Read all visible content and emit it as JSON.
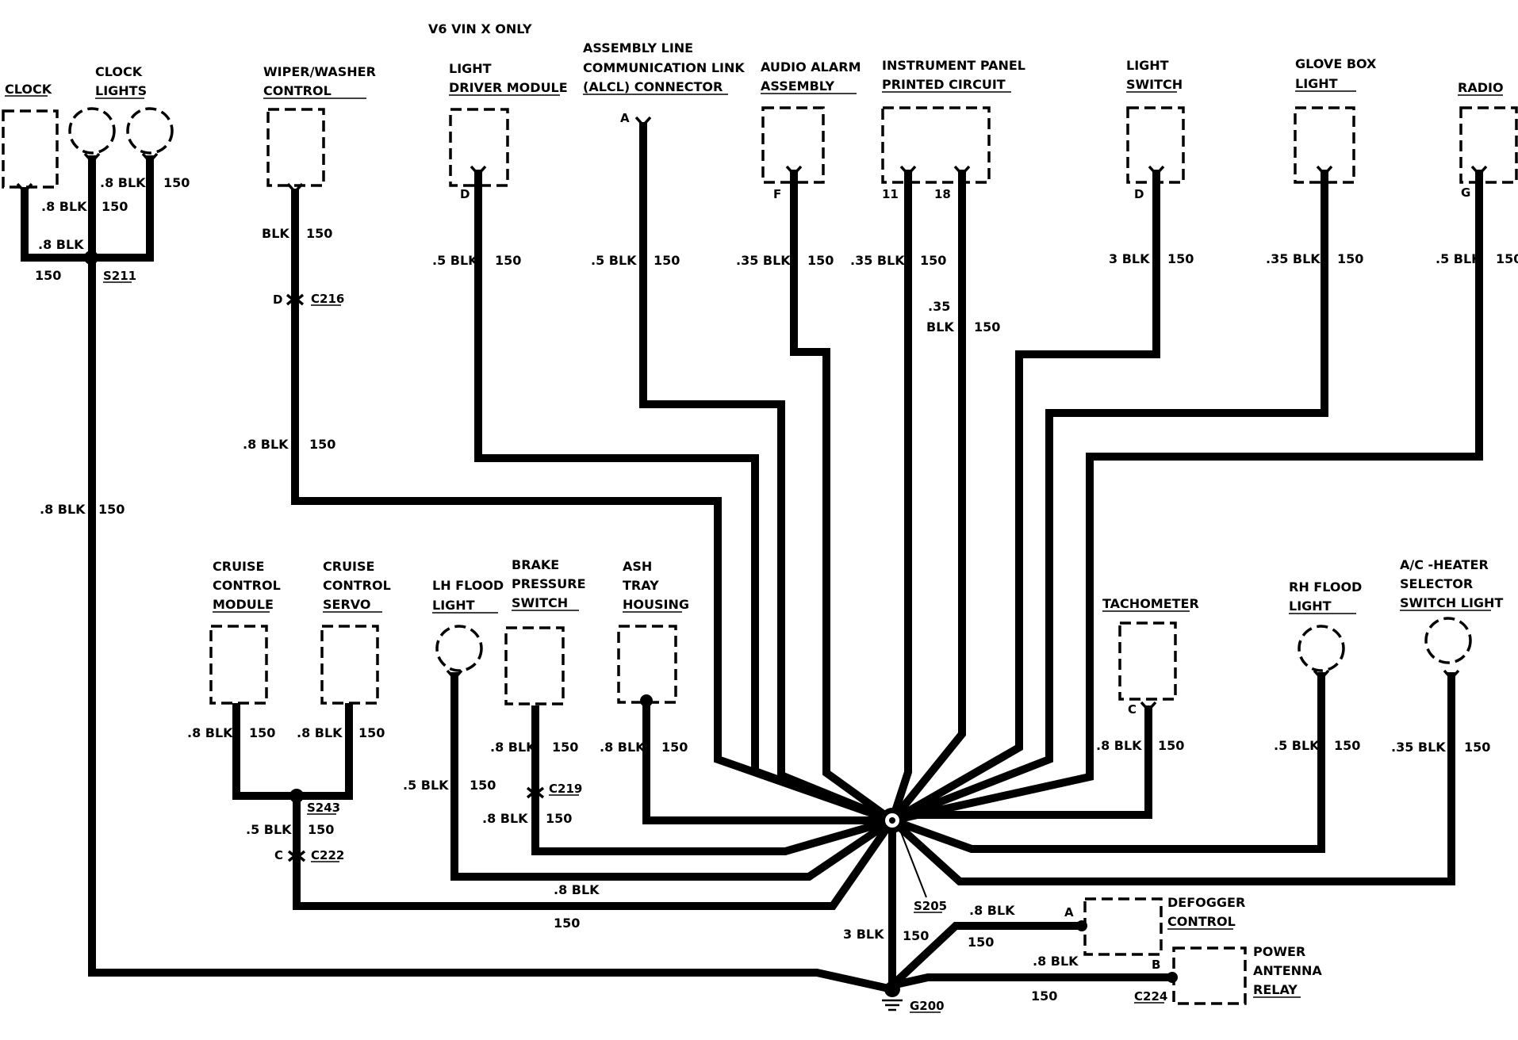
{
  "diagram": {
    "title": "V6 VIN X ONLY",
    "components": {
      "clock": "CLOCK",
      "clock_lights": [
        "CLOCK",
        "LIGHTS"
      ],
      "wiper_washer": [
        "WIPER/WASHER",
        "CONTROL"
      ],
      "light_driver": [
        "LIGHT",
        "DRIVER MODULE"
      ],
      "alcl": [
        "ASSEMBLY LINE",
        "COMMUNICATION LINK",
        "(ALCL) CONNECTOR"
      ],
      "audio_alarm": [
        "AUDIO ALARM",
        "ASSEMBLY"
      ],
      "instrument_panel": [
        "INSTRUMENT PANEL",
        "PRINTED CIRCUIT"
      ],
      "light_switch": [
        "LIGHT",
        "SWITCH"
      ],
      "glove_box": [
        "GLOVE BOX",
        "LIGHT"
      ],
      "radio": "RADIO",
      "cruise_module": [
        "CRUISE",
        "CONTROL",
        "MODULE"
      ],
      "cruise_servo": [
        "CRUISE",
        "CONTROL",
        "SERVO"
      ],
      "lh_flood": [
        "LH FLOOD",
        "LIGHT"
      ],
      "brake_pressure": [
        "BRAKE",
        "PRESSURE",
        "SWITCH"
      ],
      "ash_tray": [
        "ASH",
        "TRAY",
        "HOUSING"
      ],
      "tachometer": "TACHOMETER",
      "rh_flood": [
        "RH FLOOD",
        "LIGHT"
      ],
      "ac_heater": [
        "A/C -HEATER",
        "SELECTOR",
        "SWITCH LIGHT"
      ],
      "defogger": [
        "DEFOGGER",
        "CONTROL"
      ],
      "power_antenna": [
        "POWER",
        "ANTENNA",
        "RELAY"
      ]
    },
    "terminals": {
      "light_driver": "D",
      "alcl": "A",
      "audio_alarm": "F",
      "ip_1": "11",
      "ip_2": "18",
      "light_switch": "D",
      "radio": "G",
      "c216": "D",
      "c222": "C",
      "tachometer": "C",
      "defogger": "A",
      "power_antenna": "B"
    },
    "connectors": {
      "s211": "S211",
      "c216": "C216",
      "s243": "S243",
      "c222": "C222",
      "c219": "C219",
      "s205": "S205",
      "g200": "G200",
      "c224": "C224"
    },
    "wires": {
      "clock_a": ".8 BLK",
      "clock_a_circuit": "150",
      "clock_b": ".8 BLK",
      "clock_b_circuit": "150",
      "clock_lights_size": ".8 BLK",
      "clock_lights_circuit": "150",
      "s211_out_circuit": "150",
      "clock_main": ".8 BLK",
      "clock_main_circuit": "150",
      "wiper_upper": "BLK",
      "wiper_upper_circuit": "150",
      "wiper_lower": ".8 BLK",
      "wiper_lower_circuit": "150",
      "light_driver": ".5 BLK",
      "light_driver_circuit": "150",
      "alcl": ".5 BLK",
      "alcl_circuit": "150",
      "audio_alarm": ".35 BLK",
      "audio_alarm_circuit": "150",
      "ip_11": ".35 BLK",
      "ip_11_circuit": "150",
      "ip_18_size_a": ".35",
      "ip_18_size_b": "BLK",
      "ip_18_circuit": "150",
      "light_switch": "3 BLK",
      "light_switch_circuit": "150",
      "glove_box": ".35 BLK",
      "glove_box_circuit": "150",
      "radio": ".5 BLK",
      "radio_circuit": "150",
      "cruise_module": ".8 BLK",
      "cruise_module_circuit": "150",
      "cruise_servo": ".8 BLK",
      "cruise_servo_circuit": "150",
      "s243_out": ".5 BLK",
      "s243_out_circuit": "150",
      "lh_flood": ".5 BLK",
      "lh_flood_circuit": "150",
      "brake_upper": ".8 BLK",
      "brake_upper_circuit": "150",
      "brake_lower": ".8 BLK",
      "brake_lower_circuit": "150",
      "ash_tray": ".8 BLK",
      "ash_tray_circuit": "150",
      "bottom_run": ".8 BLK",
      "bottom_run_circuit": "150",
      "tachometer": ".8 BLK",
      "tachometer_circuit": "150",
      "rh_flood": ".5 BLK",
      "rh_flood_circuit": "150",
      "ac_heater": ".35 BLK",
      "ac_heater_circuit": "150",
      "ground_trunk": "3  BLK",
      "ground_trunk_circuit": "150",
      "defogger": ".8 BLK",
      "defogger_circuit": "150",
      "antenna": ".8 BLK",
      "antenna_circuit": "150"
    }
  }
}
